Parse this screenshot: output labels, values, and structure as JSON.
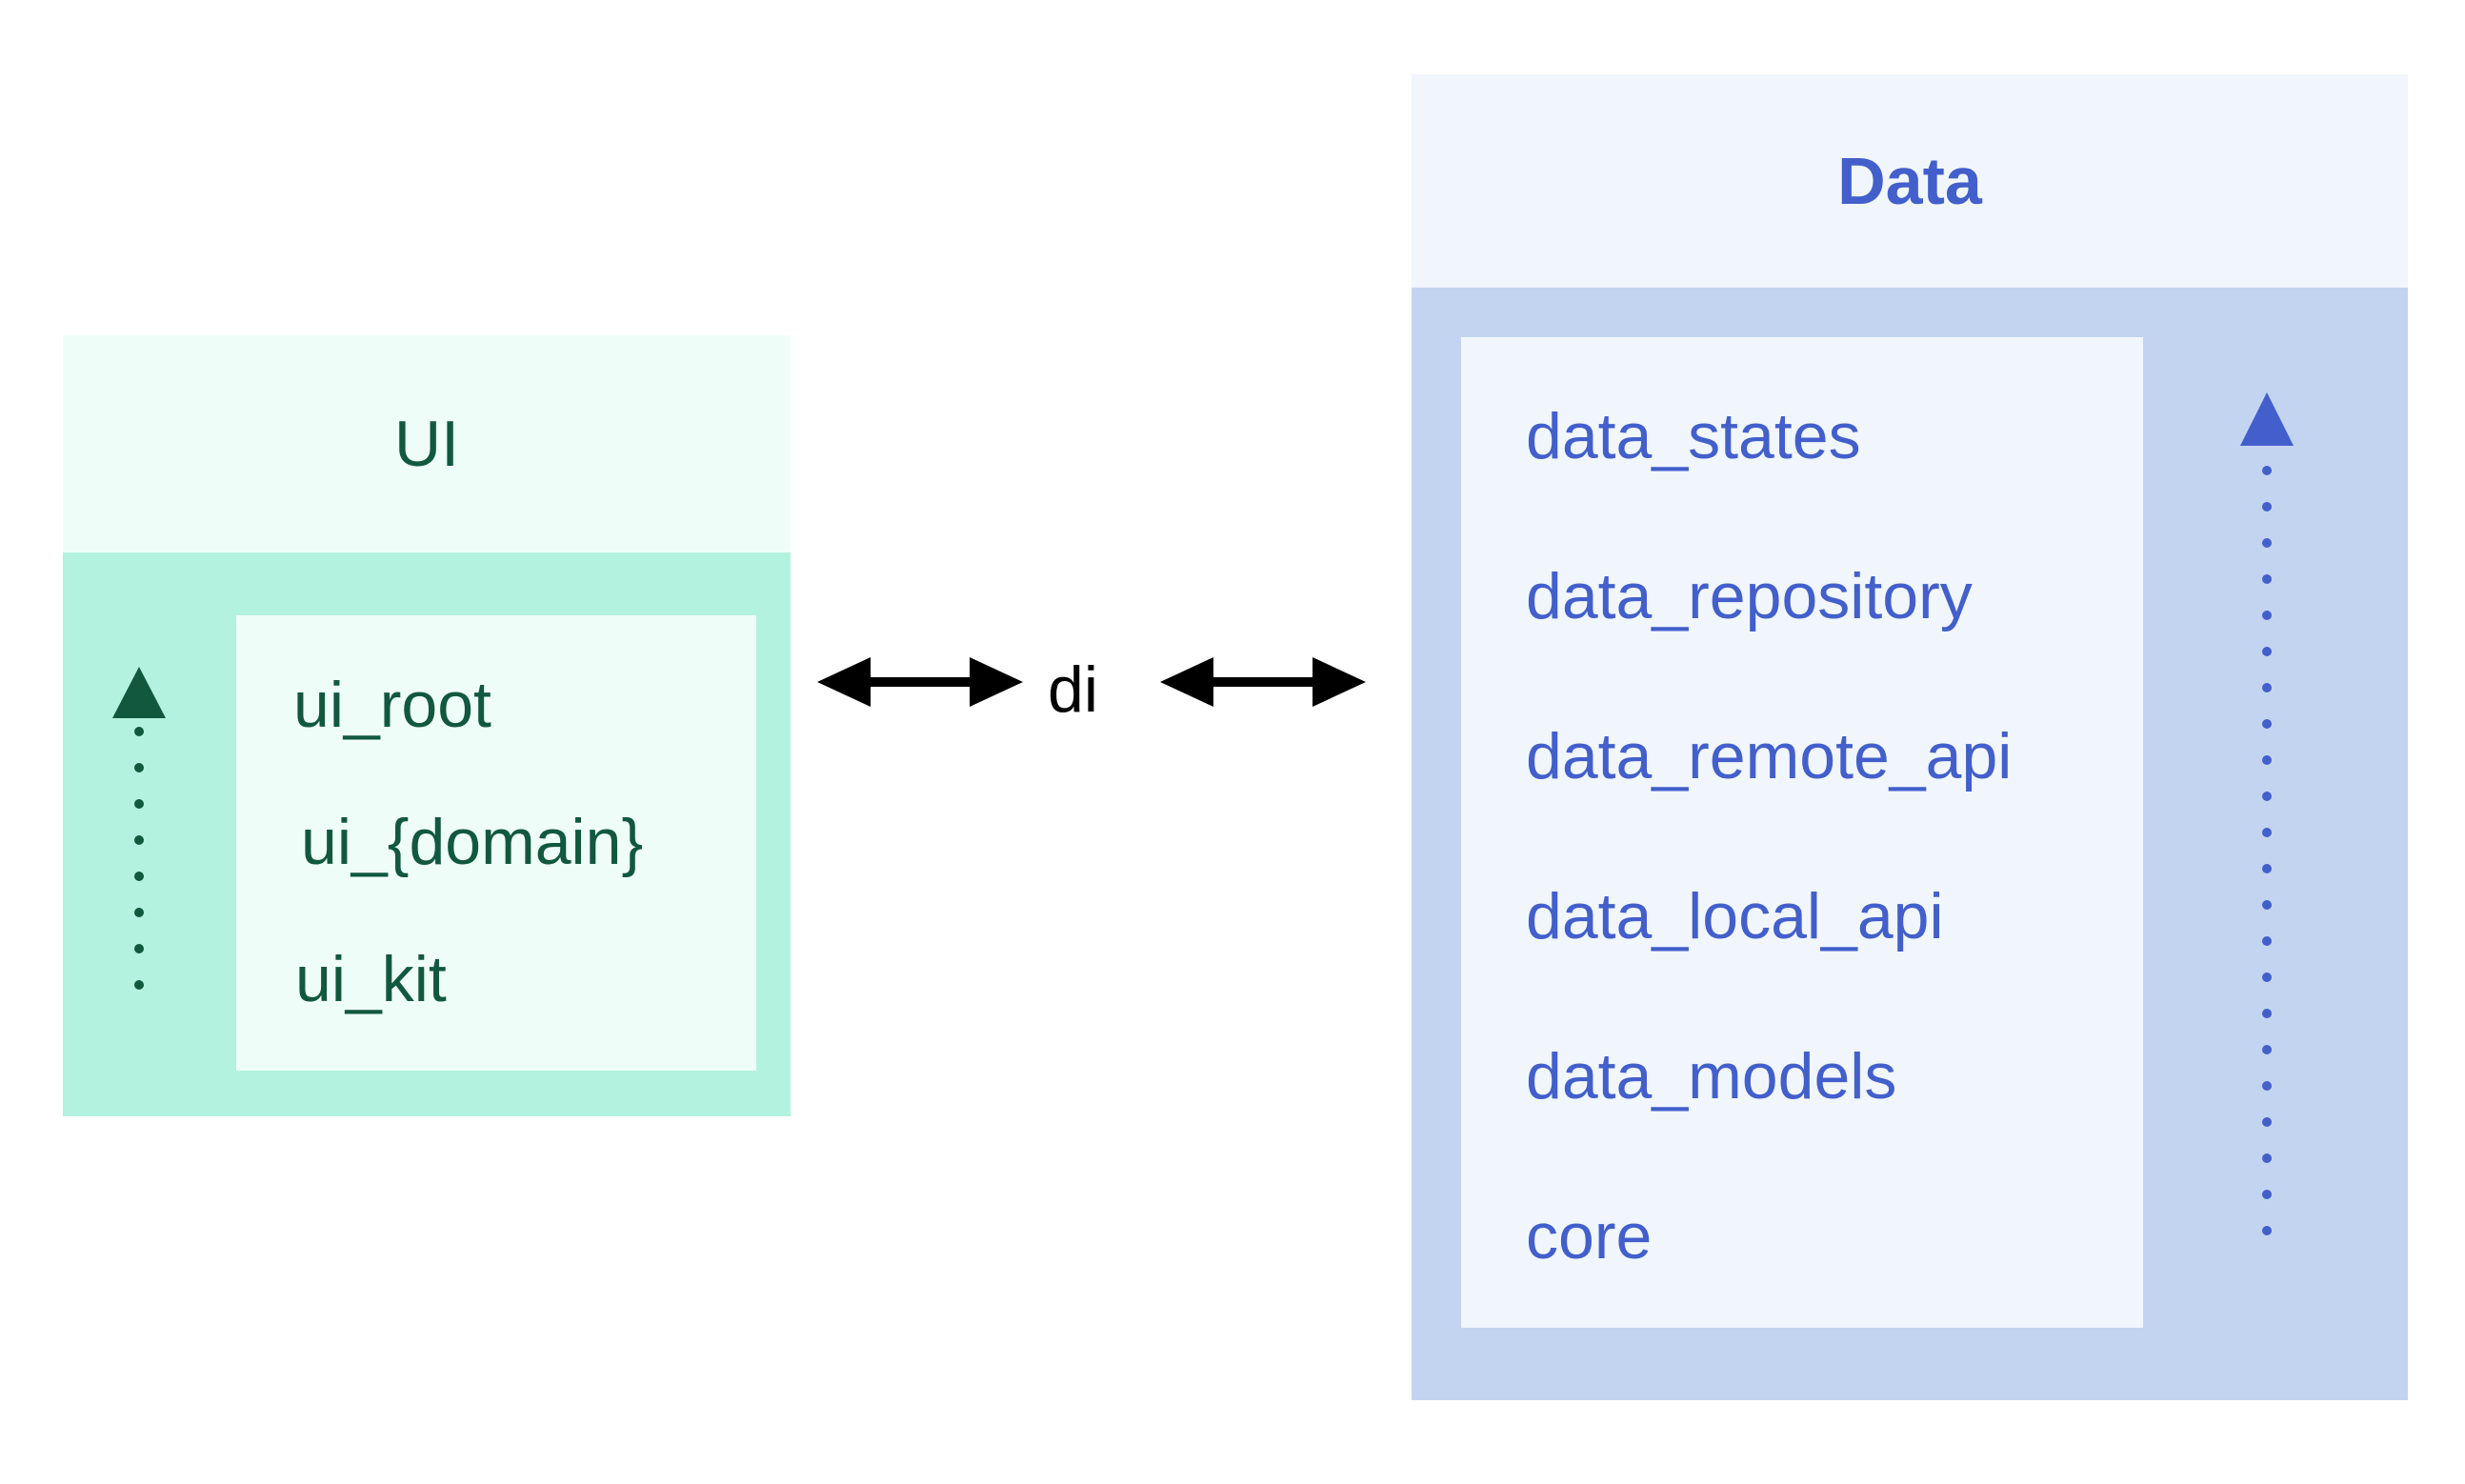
{
  "ui": {
    "title": "UI",
    "items": [
      "ui_root",
      "ui_{domain}",
      "ui_kit"
    ],
    "colors": {
      "header_bg": "#effdf8",
      "body_bg": "#b3f2de",
      "text": "#11583f"
    }
  },
  "connector": {
    "label": "di"
  },
  "data": {
    "title": "Data",
    "items": [
      "data_states",
      "data_repository",
      "data_remote_api",
      "data_local_api",
      "data_models",
      "core"
    ],
    "colors": {
      "header_bg": "#f1f6fd",
      "body_bg": "#c3d4f1",
      "text": "#425fcb"
    }
  }
}
